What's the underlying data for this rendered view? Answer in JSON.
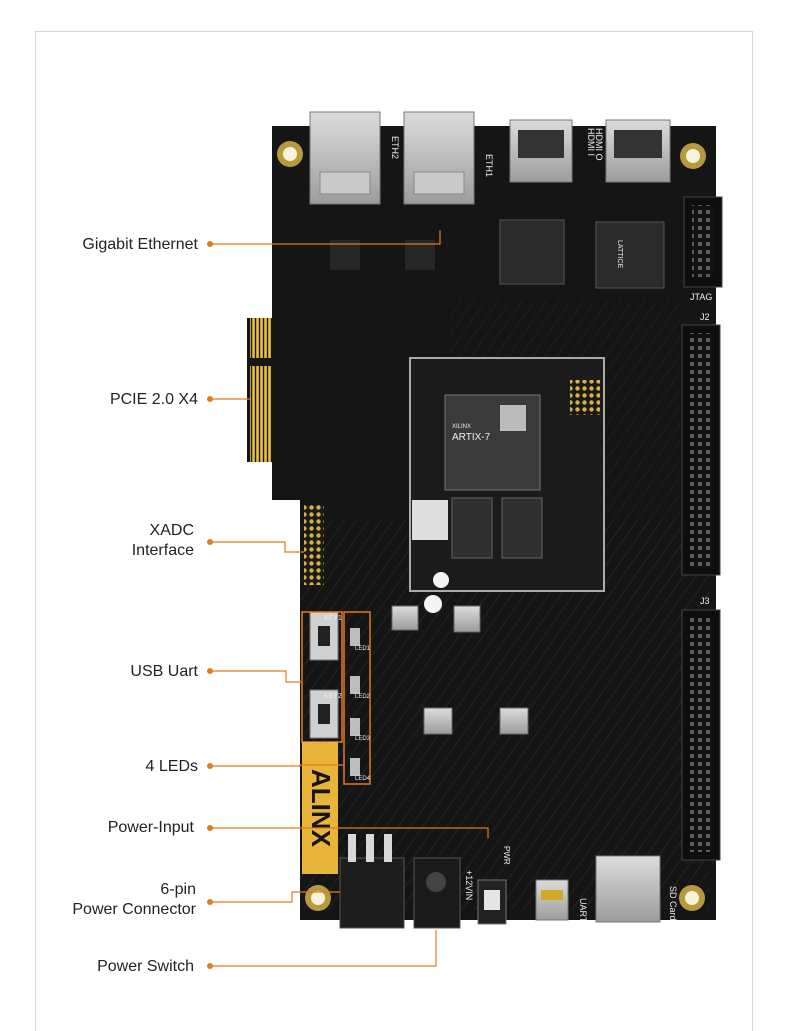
{
  "colors": {
    "accent": "#e07b1f",
    "board": "#151515",
    "text": "#222222"
  },
  "callouts": [
    {
      "id": "gigabit-ethernet",
      "lines": [
        "Gigabit Ethernet"
      ]
    },
    {
      "id": "pcie",
      "lines": [
        "PCIE 2.0 X4"
      ]
    },
    {
      "id": "xadc",
      "lines": [
        "XADC",
        "Interface"
      ]
    },
    {
      "id": "usb-uart",
      "lines": [
        "USB Uart"
      ]
    },
    {
      "id": "leds",
      "lines": [
        "4 LEDs"
      ]
    },
    {
      "id": "power-input",
      "lines": [
        "Power-Input"
      ]
    },
    {
      "id": "power-connector",
      "lines": [
        "6-pin",
        "Power Connector"
      ]
    },
    {
      "id": "power-switch",
      "lines": [
        "Power Switch"
      ]
    }
  ],
  "board_marks": {
    "brand": "ALINX",
    "fpga_brand": "ARTIX-7",
    "fpga_vendor": "XILINX",
    "cpld_brand": "LATTICE",
    "eth1": "ETH1",
    "eth2": "ETH2",
    "hdmi_in": "HDMI I",
    "hdmi_out": "HDMI O",
    "jtag": "JTAG",
    "j2": "J2",
    "j3": "J3",
    "uart": "UART",
    "sd": "SD Card",
    "power_in": "+12VIN",
    "pwr": "PWR",
    "key1": "KEY1",
    "key2": "KEY2",
    "led1": "LED1",
    "led2": "LED2",
    "led3": "LED3",
    "led4": "LED4"
  }
}
